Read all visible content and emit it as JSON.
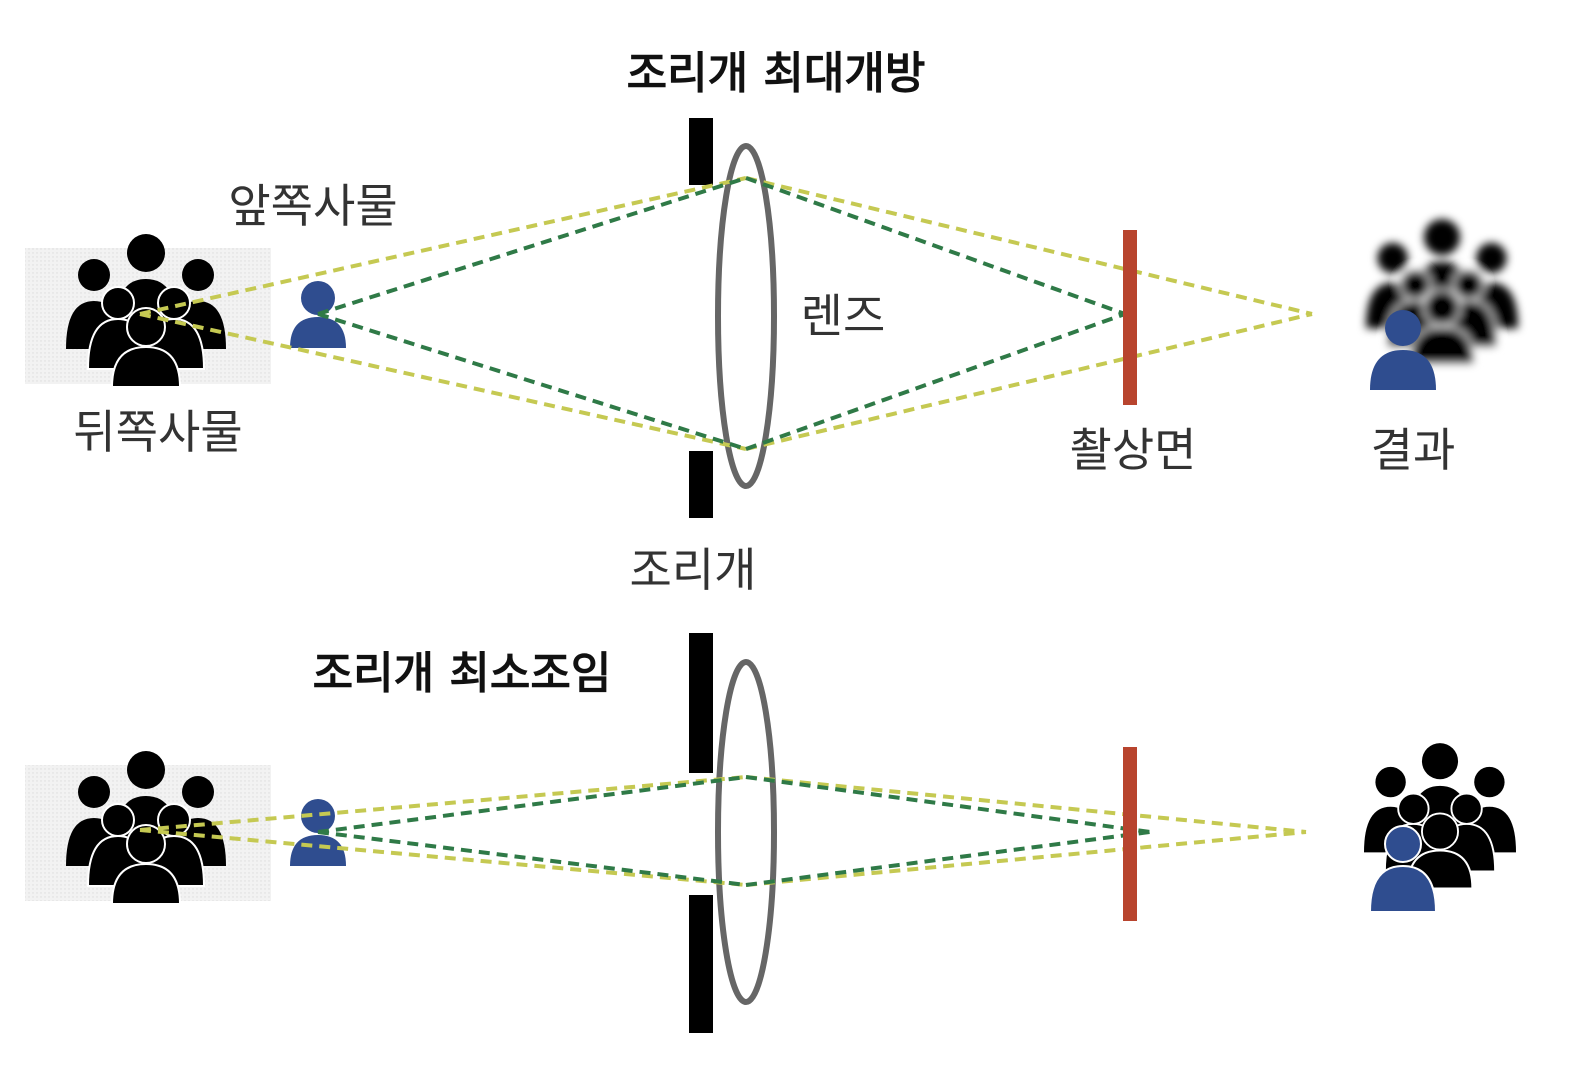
{
  "titles": {
    "wide_open": "조리개 최대개방",
    "stopped_down": "조리개 최소조임"
  },
  "labels": {
    "front_object": "앞쪽사물",
    "back_object": "뒤쪽사물",
    "lens": "렌즈",
    "sensor": "촬상면",
    "result": "결과",
    "aperture": "조리개"
  },
  "icons": {
    "group": "people-group-icon",
    "person": "person-icon",
    "blurred_group": "blurred-people-group-icon"
  },
  "colors": {
    "back_ray": "#c5c952",
    "front_ray": "#2f7a47",
    "sensor": "#b8442e",
    "person": "#2f4d8f",
    "lens": "#666666",
    "aperture": "#000000",
    "object_box": "#eeeeee"
  }
}
